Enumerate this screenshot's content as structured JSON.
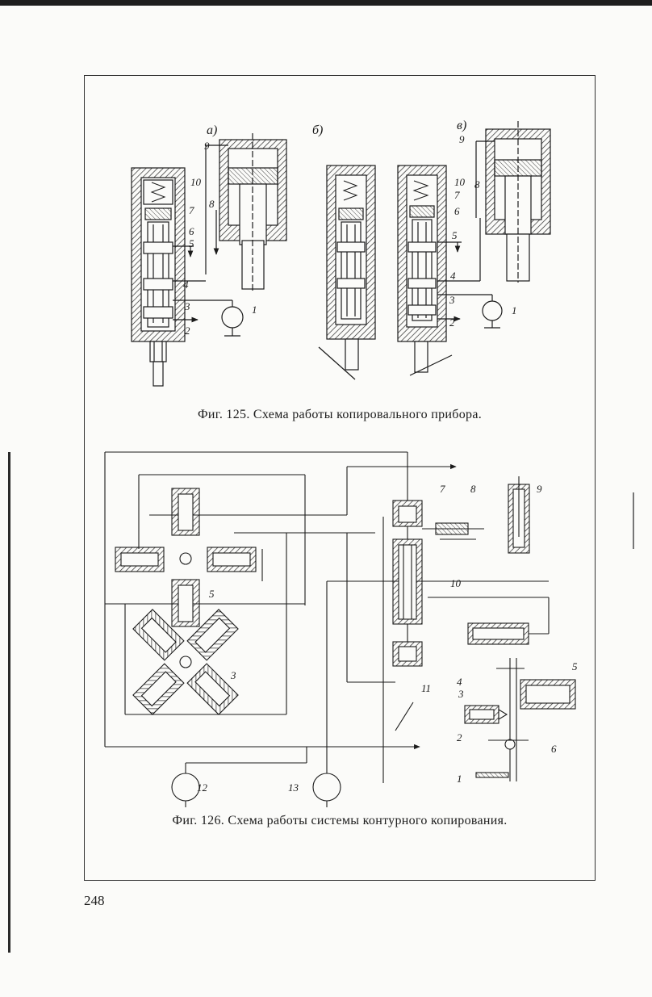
{
  "page": {
    "number": "248"
  },
  "figure125": {
    "caption": "Фиг. 125. Схема работы копировального прибора.",
    "panel_labels": [
      "а)",
      "б)",
      "в)"
    ],
    "labels_a": [
      "10",
      "9",
      "8",
      "7",
      "6",
      "5",
      "4",
      "3",
      "2",
      "1"
    ],
    "labels_v": [
      "10",
      "9",
      "8",
      "7",
      "6",
      "5",
      "4",
      "3",
      "2",
      "1"
    ]
  },
  "figure126": {
    "caption": "Фиг. 126. Схема работы системы контурного копирования.",
    "labels": [
      "7",
      "8",
      "9",
      "5",
      "10",
      "3",
      "11",
      "4",
      "3",
      "5",
      "2",
      "6",
      "1",
      "12",
      "13"
    ]
  },
  "colors": {
    "ink": "#1b1b1b",
    "paper": "#fbfbf9",
    "hatch": "#2a2a2a"
  }
}
